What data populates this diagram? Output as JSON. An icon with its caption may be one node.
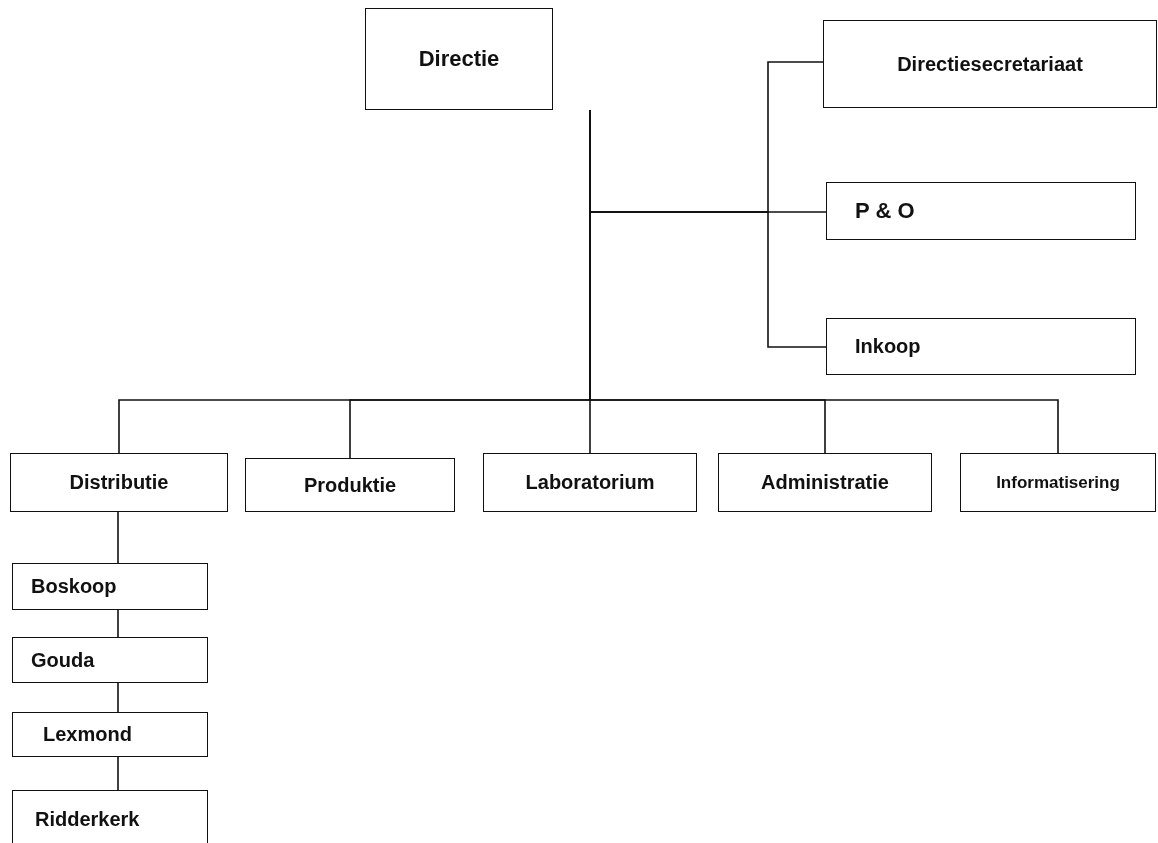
{
  "diagram": {
    "nodes": [
      {
        "text": [
          "Directie"
        ]
      },
      {
        "text": [
          "Directiesecretariaat"
        ]
      },
      {
        "text": [
          "P & O"
        ]
      },
      {
        "text": [
          "Inkoop"
        ]
      },
      {
        "text": [
          "Distributie"
        ]
      },
      {
        "text": [
          "Produktie"
        ]
      },
      {
        "text": [
          "Laboratorium"
        ]
      },
      {
        "text": [
          "Administratie"
        ]
      },
      {
        "text": [
          "Informatisering"
        ]
      },
      {
        "text": [
          "Boskoop"
        ]
      },
      {
        "text": [
          "Gouda"
        ]
      },
      {
        "text": [
          "Lexmond"
        ]
      },
      {
        "text": [
          "Ridderkerk"
        ]
      }
    ],
    "edges": [
      {
        "from": 0,
        "to": 1,
        "arrow": "none"
      },
      {
        "from": 0,
        "to": 2,
        "arrow": "none"
      },
      {
        "from": 0,
        "to": 3,
        "arrow": "none"
      },
      {
        "from": 0,
        "to": 4,
        "arrow": "none"
      },
      {
        "from": 0,
        "to": 5,
        "arrow": "none"
      },
      {
        "from": 0,
        "to": 6,
        "arrow": "none"
      },
      {
        "from": 0,
        "to": 7,
        "arrow": "none"
      },
      {
        "from": 0,
        "to": 8,
        "arrow": "none"
      },
      {
        "from": 4,
        "to": 9,
        "arrow": "none"
      },
      {
        "from": 9,
        "to": 10,
        "arrow": "none"
      },
      {
        "from": 10,
        "to": 11,
        "arrow": "none"
      },
      {
        "from": 11,
        "to": 12,
        "arrow": "none"
      }
    ]
  }
}
